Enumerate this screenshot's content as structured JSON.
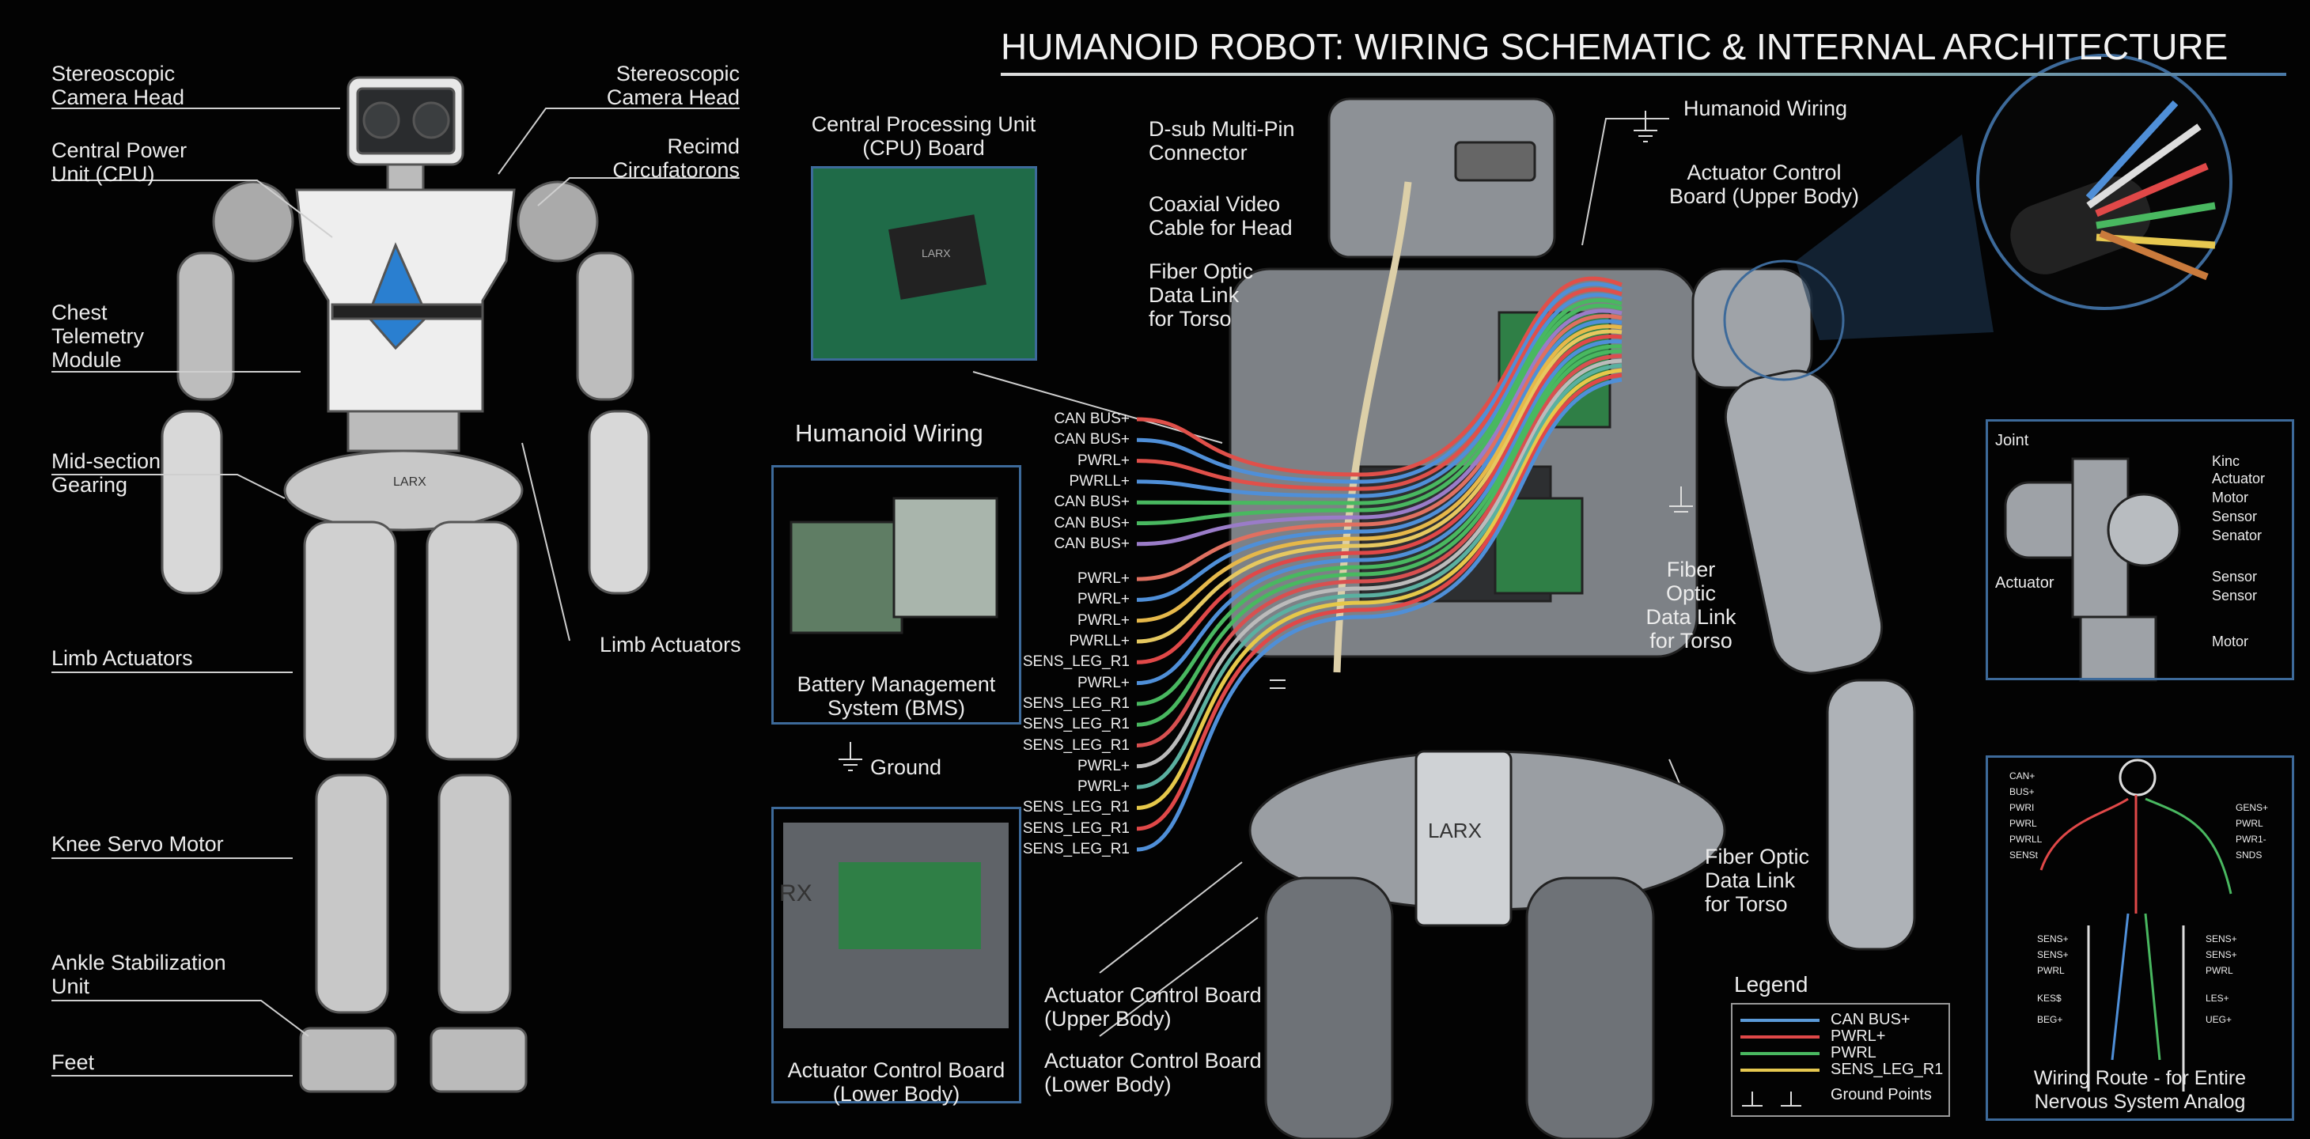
{
  "title": "HUMANOID ROBOT:  WIRING SCHEMATIC & INTERNAL ARCHITECTURE",
  "left_photo": {
    "labels_left": [
      "Stereoscopic\nCamera Head",
      "Central Power\nUnit (CPU)",
      "Chest\nTelemetry\nModule",
      "Mid-section\nGearing",
      "Limb Actuators",
      "Knee Servo Motor",
      "Ankle Stabilization\nUnit",
      "Feet"
    ],
    "labels_right": [
      "Stereoscopic\nCamera Head",
      "Recimd\nCircufatorons",
      "Limb Actuators"
    ],
    "chest_brand": "LARX"
  },
  "cpu_inset": {
    "caption": "Central Processing Unit (CPU) Board",
    "chip_text": "LARX"
  },
  "bms_inset": {
    "heading": "Humanoid Wiring",
    "caption": "Battery Management\nSystem (BMS)"
  },
  "ground_label": "Ground",
  "lower_inset": {
    "caption": "Actuator Control Board\n(Lower Body)",
    "brand": "RX"
  },
  "wire_labels": [
    "CAN BUS+",
    "CAN BUS+",
    "PWRL+",
    "PWRLL+",
    "CAN BUS+",
    "CAN BUS+",
    "CAN BUS+",
    "PWRL+",
    "PWRL+",
    "PWRL+",
    "PWRLL+",
    "SENS_LEG_R1",
    "PWRL+",
    "SENS_LEG_R1",
    "SENS_LEG_R1",
    "SENS_LEG_R1",
    "PWRL+",
    "PWRL+",
    "SENS_LEG_R1",
    "SENS_LEG_R1",
    "SENS_LEG_R1"
  ],
  "wire_colors": [
    "#e0504a",
    "#4f8fd8",
    "#e0504a",
    "#4f8fd8",
    "#49b860",
    "#49b860",
    "#9a7cc8",
    "#e07060",
    "#4f8fd8",
    "#e6b84a",
    "#e6c860",
    "#e04848",
    "#4f8fd8",
    "#49b860",
    "#49b860",
    "#d85050",
    "#bbbbbb",
    "#5ab0a0",
    "#e6c84a",
    "#e04848",
    "#4f8fd8"
  ],
  "center": {
    "labels": [
      "D-sub Multi-Pin\nConnector",
      "Coaxial Video\nCable for Head",
      "Fiber Optic\nData Link\nfor Torso",
      "Humanoid Wiring",
      "Actuator Control\nBoard (Upper Body)",
      "Fiber\nOptic\nData Link\nfor Torso",
      "Fiber Optic\nData Link\nfor Torso",
      "Actuator Control Board\n(Upper Body)",
      "Actuator Control Board\n(Lower Body)"
    ],
    "pelvis_brand": "LARX"
  },
  "joint_inset": {
    "left_labels": [
      "Joint",
      "Actuator"
    ],
    "right_labels": [
      "Kinc\nActuator",
      "Motor",
      "Sensor",
      "Senator",
      "Sensor",
      "Sensor",
      "Motor"
    ]
  },
  "route_inset": {
    "left_labels": [
      "CAN+",
      "BUS+",
      "PWRI",
      "PWRL",
      "PWRLL",
      "SENSt",
      "SENS+",
      "SENS+",
      "PWRL",
      "KES$",
      "BEG+"
    ],
    "right_labels": [
      "GENS+",
      "PWRL",
      "PWR1-",
      "SNDS",
      "SENS+",
      "SENS+",
      "PWRL",
      "LES+",
      "UEG+"
    ],
    "caption": "Wiring Route - for Entire\nNervous System Analog"
  },
  "legend": {
    "title": "Legend",
    "items": [
      {
        "label": "CAN BUS+",
        "color": "#5b9ad8"
      },
      {
        "label": "PWRL+",
        "color": "#e04848"
      },
      {
        "label": "PWRL",
        "color": "#49b860"
      },
      {
        "label": "SENS_LEG_R1",
        "color": "#e6c850"
      }
    ],
    "ground_label": "Ground Points"
  }
}
